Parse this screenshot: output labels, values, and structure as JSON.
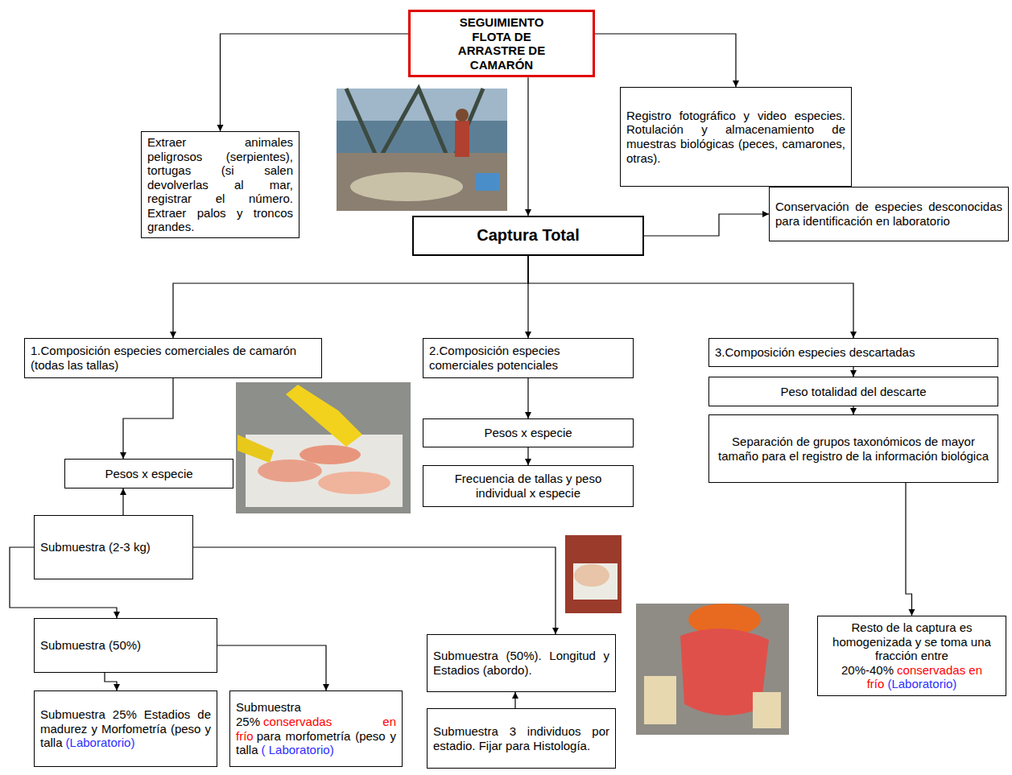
{
  "diagram": {
    "nodes": [
      {
        "text": [
          "SEGUIMIENTO FLOTA DE ARRASTRE DE CAMARÓN"
        ]
      },
      {
        "text": [
          "Extraer animales peligrosos (serpientes), tortugas (si salen devolverlas al mar, registrar el número. Extraer palos y troncos grandes."
        ]
      },
      {
        "text": [
          "Registro fotográfico y video especies. Rotulación y almacenamiento de muestras biológicas (peces, camarones, otras)."
        ]
      },
      {
        "text": [
          "Captura Total"
        ]
      },
      {
        "text": [
          "Conservación de especies desconocidas para identificación en laboratorio"
        ]
      },
      {
        "text": [
          "1.Composición especies comerciales de camarón (todas las tallas)"
        ]
      },
      {
        "text": [
          "2.Composición especies comerciales potenciales"
        ]
      },
      {
        "text": [
          "3.Composición especies descartadas"
        ]
      },
      {
        "text": [
          "Pesos x especie"
        ]
      },
      {
        "text": [
          "Frecuencia de tallas y peso individual x especie"
        ]
      },
      {
        "text": [
          "Peso totalidad del descarte"
        ]
      },
      {
        "text": [
          "Separación de grupos taxonómicos de mayor tamaño para el registro de la información biológica"
        ]
      },
      {
        "text": [
          "Pesos x especie"
        ]
      },
      {
        "text": [
          "Submuestra (2-3 kg)"
        ]
      },
      {
        "text": [
          "Submuestra (50%)"
        ]
      },
      {
        "text": [
          "Submuestra 25% Estadios de madurez y Morfometría (peso y talla",
          "(Laboratorio)"
        ]
      },
      {
        "text": [
          "Submuestra 25%",
          "conservadas en frío",
          "para morfometría (peso y talla",
          "( Laboratorio)"
        ]
      },
      {
        "text": [
          "Submuestra (50%). Longitud y Estadios (abordo)."
        ]
      },
      {
        "text": [
          "Submuestra 3 individuos por estadio. Fijar para Histología."
        ]
      },
      {
        "text": [
          "Resto de la captura es homogenizada y se toma una fracción entre 20%-40%",
          "conservadas en frío",
          "(Laboratorio)"
        ]
      }
    ],
    "edges": [
      {
        "from": 0,
        "to": 1,
        "arrow": "to"
      },
      {
        "from": 0,
        "to": 2,
        "arrow": "to"
      },
      {
        "from": 0,
        "to": 3,
        "arrow": "to"
      },
      {
        "from": 3,
        "to": 4,
        "arrow": "to"
      },
      {
        "from": 3,
        "to": 5,
        "arrow": "to"
      },
      {
        "from": 3,
        "to": 6,
        "arrow": "to"
      },
      {
        "from": 3,
        "to": 7,
        "arrow": "to"
      },
      {
        "from": 5,
        "to": 12,
        "arrow": "to"
      },
      {
        "from": 13,
        "to": 12,
        "arrow": "to"
      },
      {
        "from": 13,
        "to": 14,
        "arrow": "to"
      },
      {
        "from": 13,
        "to": 17,
        "arrow": "to"
      },
      {
        "from": 14,
        "to": 15,
        "arrow": "to"
      },
      {
        "from": 14,
        "to": 16,
        "arrow": "to"
      },
      {
        "from": 18,
        "to": 17,
        "arrow": "to"
      },
      {
        "from": 6,
        "to": 8,
        "arrow": "to"
      },
      {
        "from": 8,
        "to": 9,
        "arrow": "to"
      },
      {
        "from": 7,
        "to": 10,
        "arrow": "to"
      },
      {
        "from": 10,
        "to": 11,
        "arrow": "to"
      },
      {
        "from": 11,
        "to": 19,
        "arrow": "to"
      }
    ]
  }
}
